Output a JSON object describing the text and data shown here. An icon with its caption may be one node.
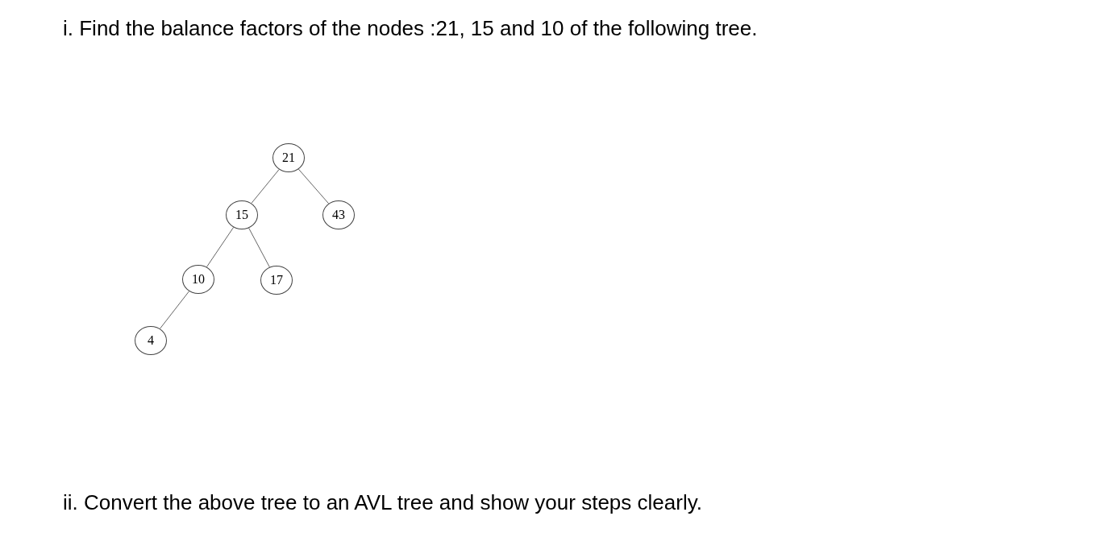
{
  "diagram": {
    "title": "i. Find the balance factors of the nodes :21, 15 and 10 of the following tree.",
    "nodes": [
      {
        "text": [
          "21"
        ]
      },
      {
        "text": [
          "15"
        ]
      },
      {
        "text": [
          "43"
        ]
      },
      {
        "text": [
          "10"
        ]
      },
      {
        "text": [
          "17"
        ]
      },
      {
        "text": [
          "4"
        ]
      }
    ],
    "edges": [
      {
        "from": 0,
        "to": 1,
        "arrow": "none"
      },
      {
        "from": 0,
        "to": 2,
        "arrow": "none"
      },
      {
        "from": 1,
        "to": 3,
        "arrow": "none"
      },
      {
        "from": 1,
        "to": 4,
        "arrow": "none"
      },
      {
        "from": 3,
        "to": 5,
        "arrow": "none"
      }
    ],
    "labels": [
      "ii. Convert the above tree to an AVL tree and show your steps clearly."
    ]
  }
}
